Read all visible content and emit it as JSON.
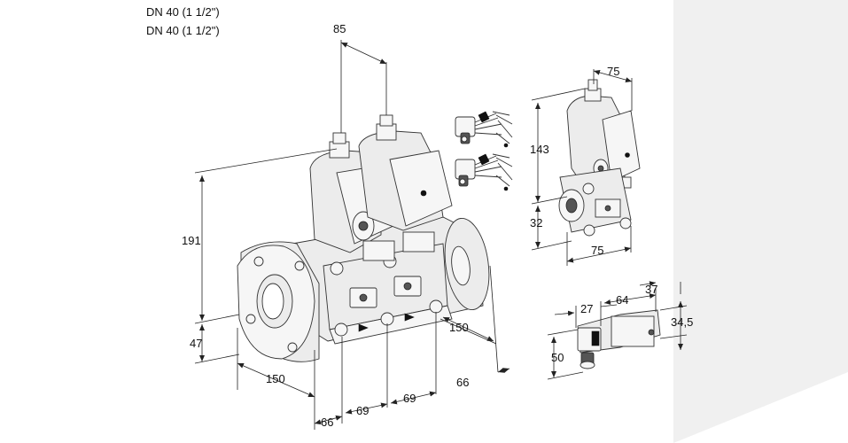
{
  "titles": [
    "DN 40 (1 1/2\")",
    "DN 40 (1 1/2\")"
  ],
  "dimensions": {
    "top_width": "85",
    "height_total": "191",
    "height_lower": "47",
    "flange_width": "150",
    "flange_depth": "66",
    "spacing_a": "69",
    "spacing_b": "69",
    "side_width": "150",
    "side_depth": "66"
  },
  "actuator_view": {
    "width_top": "75",
    "height_top": "143",
    "height_bottom": "32",
    "width_bottom": "75"
  },
  "switch_view": {
    "a": "27",
    "b": "64",
    "c": "37",
    "d": "34,5",
    "e": "50"
  }
}
